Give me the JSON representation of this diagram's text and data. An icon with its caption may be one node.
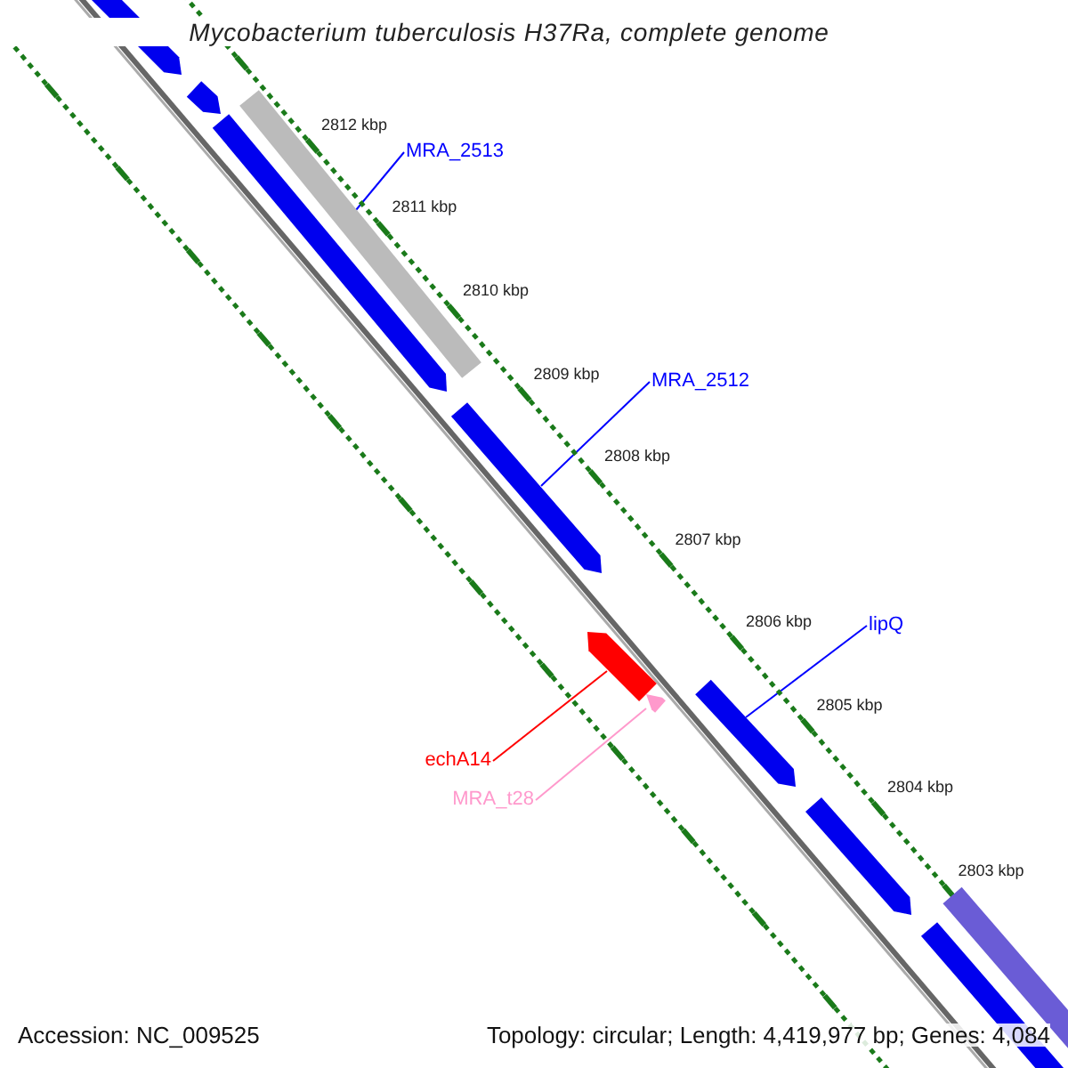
{
  "diagram": {
    "title": "Mycobacterium tuberculosis H37Ra, complete genome",
    "nodes": [
      {
        "text": [],
        "shape": "arrow"
      },
      {
        "text": [],
        "shape": "arrow"
      },
      {
        "text": [
          "MRA_2513"
        ]
      },
      {
        "text": [],
        "shape": "bar"
      },
      {
        "text": [],
        "shape": "arrow"
      },
      {
        "text": [
          "MRA_2512"
        ]
      },
      {
        "text": [],
        "shape": "arrow"
      },
      {
        "text": [
          "lipQ"
        ]
      },
      {
        "text": [],
        "shape": "arrow"
      },
      {
        "text": [
          "echA14"
        ]
      },
      {
        "text": [],
        "shape": "arrow"
      },
      {
        "text": [
          "MRA_t28"
        ]
      },
      {
        "text": [],
        "shape": "arrow"
      },
      {
        "text": [],
        "shape": "arrow"
      },
      {
        "text": [],
        "shape": "bar"
      },
      {
        "text": [],
        "shape": "bar"
      }
    ],
    "edges": [
      {
        "from": 2,
        "to": 3,
        "arrow": "none"
      },
      {
        "from": 5,
        "to": 6,
        "arrow": "none"
      },
      {
        "from": 7,
        "to": 8,
        "arrow": "none"
      },
      {
        "from": 9,
        "to": 10,
        "arrow": "none",
        "color": "#ff0000"
      },
      {
        "from": 11,
        "to": 12,
        "arrow": "none",
        "color": "#ff99cc"
      }
    ],
    "labels": [
      "2812 kbp",
      "2811 kbp",
      "2810 kbp",
      "2809 kbp",
      "2808 kbp",
      "2807 kbp",
      "2806 kbp",
      "2805 kbp",
      "2804 kbp",
      "2803 kbp",
      "Accession: NC_009525",
      "Topology: circular; Length: 4,419,977 bp; Genes: 4,084"
    ]
  }
}
